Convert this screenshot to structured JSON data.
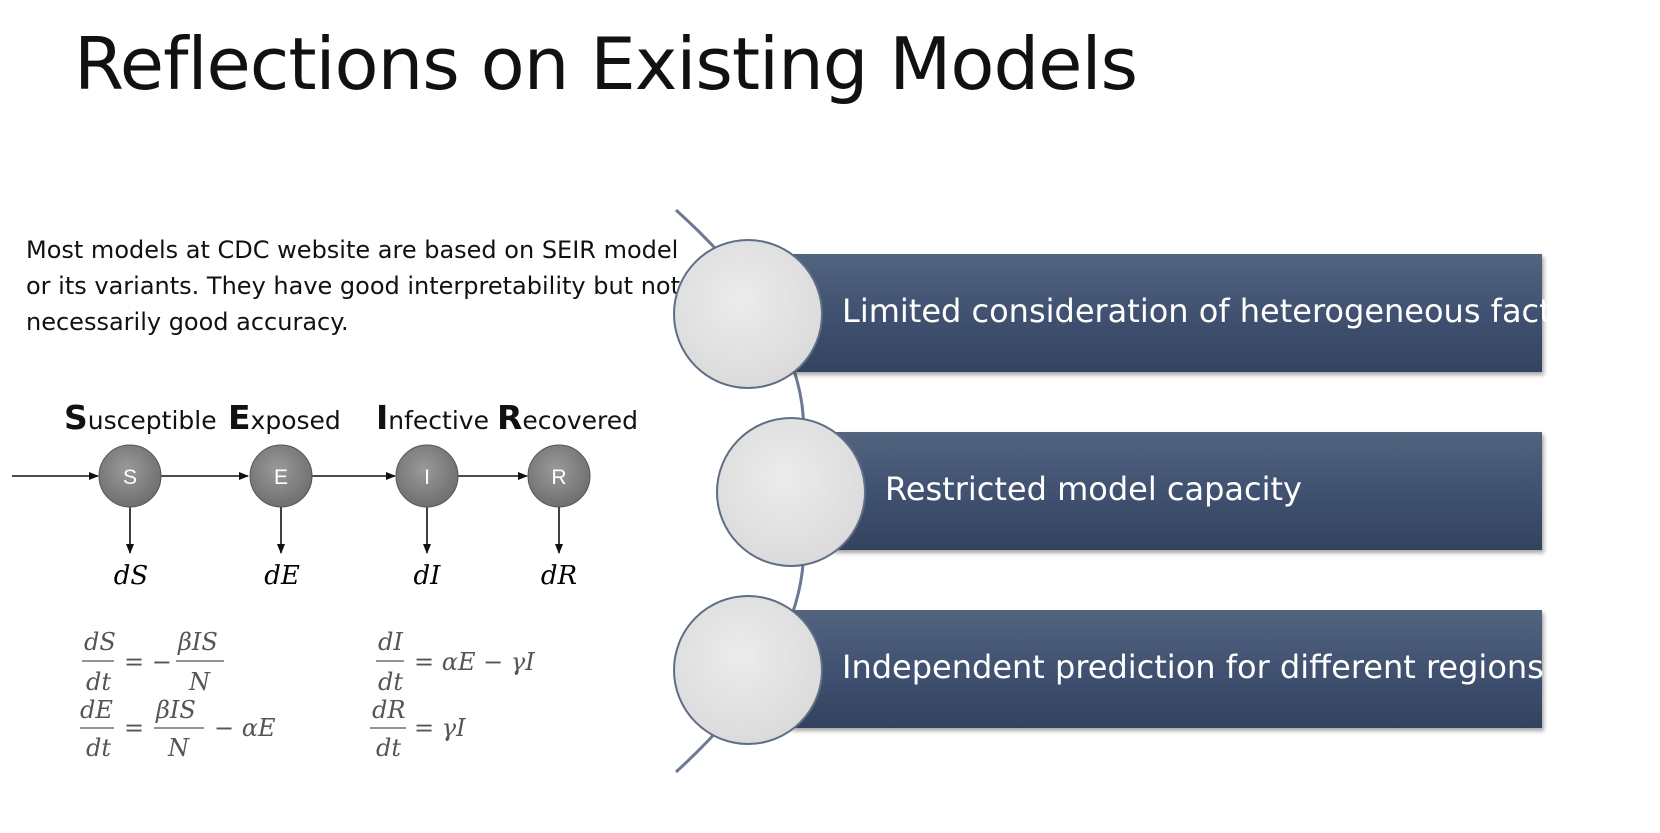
{
  "slide": {
    "title": "Reflections on Existing Models",
    "description": "Most models at CDC website are based on SEIR model or its variants. They have good interpretability but not necessarily good accuracy."
  },
  "seir": {
    "labels": [
      {
        "initial": "S",
        "rest": "usceptible"
      },
      {
        "initial": "E",
        "rest": "xposed"
      },
      {
        "initial": "I",
        "rest": "nfective"
      },
      {
        "initial": "R",
        "rest": "ecovered"
      }
    ],
    "nodes": [
      "S",
      "E",
      "I",
      "R"
    ],
    "outflows": [
      "dS",
      "dE",
      "dI",
      "dR"
    ]
  },
  "factors": [
    {
      "text": "Limited consideration of heterogeneous factors"
    },
    {
      "text": "Restricted model capacity"
    },
    {
      "text": "Independent prediction for different regions"
    }
  ],
  "colors": {
    "bar": "#3f5070",
    "node": "#8a8a8a",
    "circle": "#dcdcdc"
  }
}
